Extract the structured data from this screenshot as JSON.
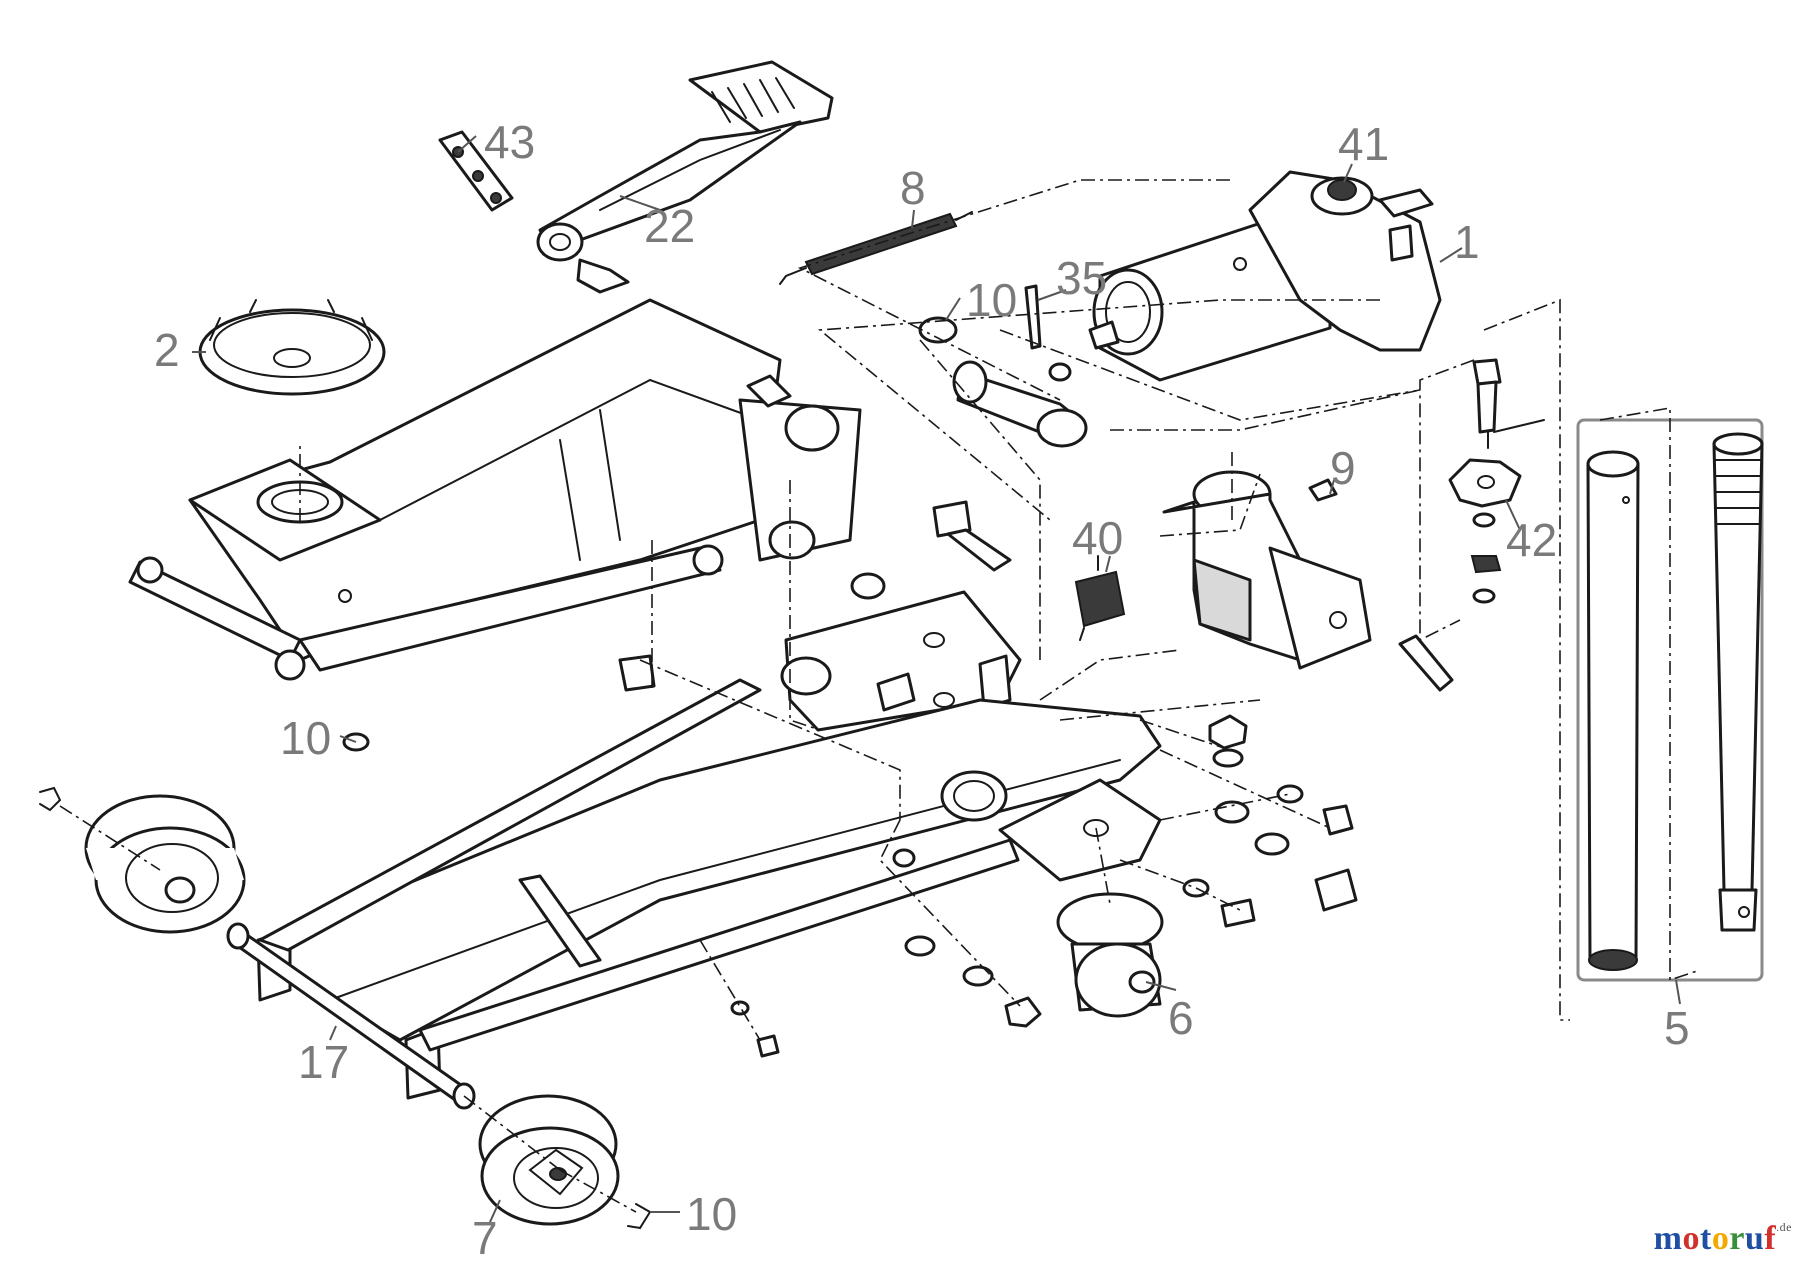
{
  "callouts": {
    "c1": "1",
    "c2": "2",
    "c5": "5",
    "c6": "6",
    "c7": "7",
    "c8": "8",
    "c9": "9",
    "c10a": "10",
    "c10b": "10",
    "c10c": "10",
    "c17": "17",
    "c22": "22",
    "c35": "35",
    "c40": "40",
    "c41": "41",
    "c42": "42",
    "c43": "43"
  },
  "watermark": {
    "text": "motoruf",
    "tld": ".de",
    "colors": [
      "#1f4fa3",
      "#d0312d",
      "#1f4fa3",
      "#f2a900",
      "#3a8f3a",
      "#1f4fa3",
      "#d0312d"
    ]
  },
  "colors": {
    "line": "#1a1a1a",
    "callout": "#7a7a7a",
    "frame": "#8a8a8a"
  }
}
